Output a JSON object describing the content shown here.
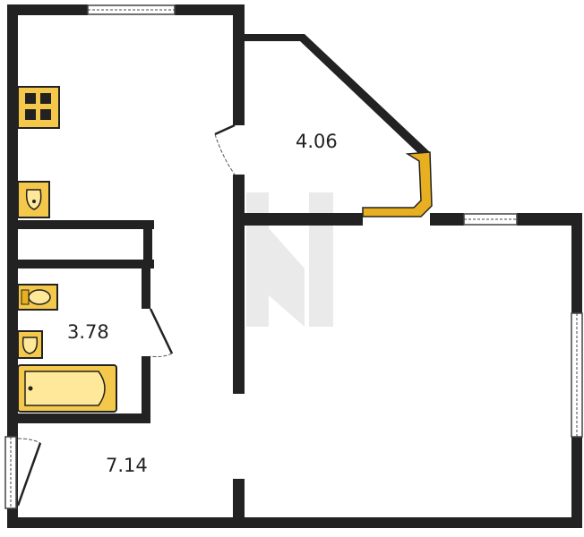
{
  "plan": {
    "colors": {
      "wall": "#222222",
      "fixture_fill": "#f4c84a",
      "fixture_dark": "#e8b020",
      "watermark": "#d9d9d9"
    },
    "rooms": [
      {
        "id": "balcony",
        "area_label": "4.06"
      },
      {
        "id": "bathroom",
        "area_label": "3.78"
      },
      {
        "id": "hallway",
        "area_label": "7.14"
      }
    ],
    "fixtures": [
      "stove-icon",
      "kitchen-sink-icon",
      "toilet-icon",
      "washbasin-icon",
      "bathtub-icon",
      "balcony-door-frame"
    ]
  }
}
